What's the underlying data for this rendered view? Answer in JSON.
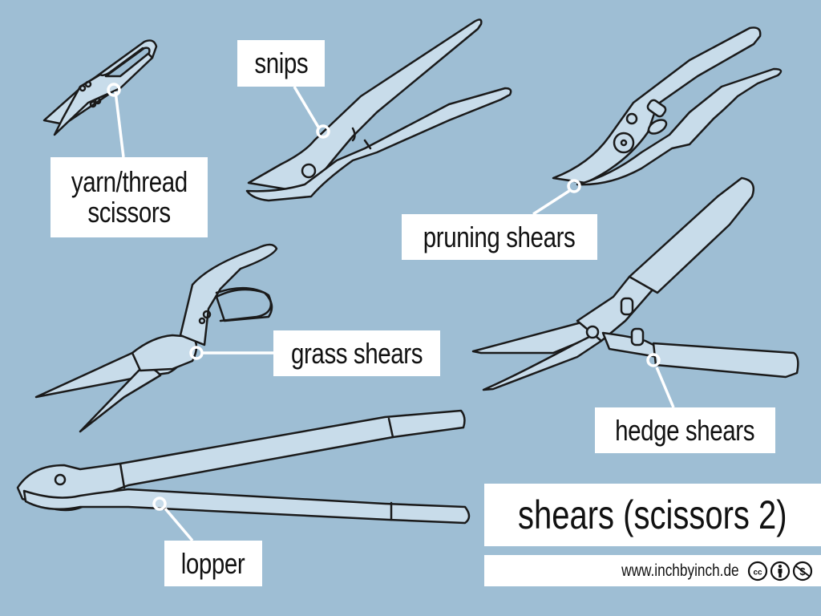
{
  "title": "shears (scissors 2)",
  "website": "www.inchbyinch.de",
  "license_icons": [
    "creative-commons-icon",
    "attribution-icon",
    "non-commercial-icon"
  ],
  "colors": {
    "background": "#9ebed4",
    "tool_fill": "#c8dcea",
    "outline": "#1a1a1a",
    "callout": "#ffffff",
    "label_bg": "#ffffff"
  },
  "labels": {
    "yarn_thread_scissors": {
      "line1": "yarn/thread",
      "line2": "scissors"
    },
    "snips": "snips",
    "pruning_shears": "pruning shears",
    "grass_shears": "grass shears",
    "hedge_shears": "hedge shears",
    "lopper": "lopper"
  }
}
